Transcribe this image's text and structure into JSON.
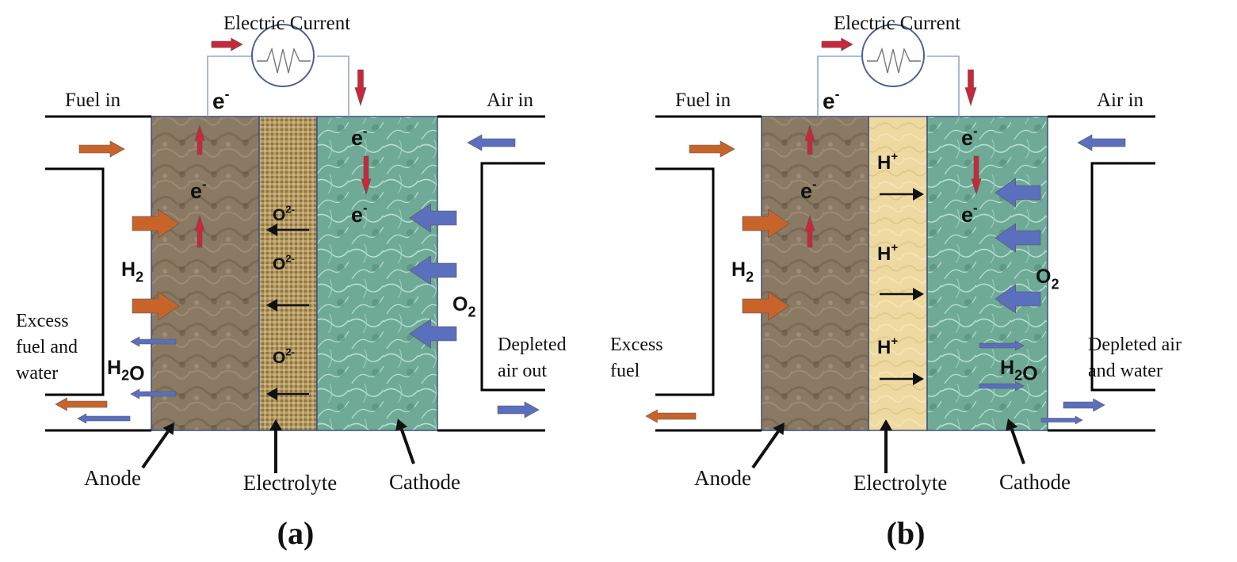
{
  "colors": {
    "anode": "#8a7a63",
    "electrolyte_a": "#b59b62",
    "electrolyte_b": "#eed9a0",
    "cathode": "#7fb9a6",
    "fuel_arrow": "#c8642a",
    "air_arrow": "#5b6fbf",
    "electron_arrow": "#c8283a",
    "wire": "#8fa8d0",
    "channel": "#000000"
  },
  "panels": [
    {
      "id": "a",
      "caption": "(a)",
      "labels": {
        "electric_current": "Electric Current",
        "fuel_in": "Fuel in",
        "air_in": "Air in",
        "excess": [
          "Excess",
          "fuel and",
          "water"
        ],
        "depleted": [
          "Depleted",
          "air out"
        ],
        "anode": "Anode",
        "electrolyte": "Electrolyte",
        "cathode": "Cathode",
        "h2_main": "H",
        "h2_sub": "2",
        "o2_main": "O",
        "o2_sub": "2",
        "water_anode_main": "H",
        "water_anode_sub": "2",
        "water_anode_tail": "O",
        "electron": "e",
        "electron_sup": "-",
        "ion_main": "O",
        "ion_sup": "2-"
      }
    },
    {
      "id": "b",
      "caption": "(b)",
      "labels": {
        "electric_current": "Electric Current",
        "fuel_in": "Fuel in",
        "air_in": "Air in",
        "excess": [
          "Excess",
          "fuel"
        ],
        "depleted": [
          "Depleted air",
          "and water"
        ],
        "anode": "Anode",
        "electrolyte": "Electrolyte",
        "cathode": "Cathode",
        "h2_main": "H",
        "h2_sub": "2",
        "o2_main": "O",
        "o2_sub": "2",
        "water_cathode_main": "H",
        "water_cathode_sub": "2",
        "water_cathode_tail": "O",
        "electron": "e",
        "electron_sup": "-",
        "ion_main": "H",
        "ion_sup": "+"
      }
    }
  ]
}
